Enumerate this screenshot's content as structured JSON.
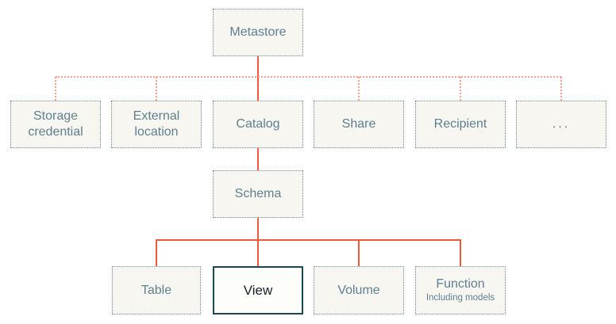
{
  "diagram": {
    "nodes": {
      "metastore": {
        "label": "Metastore"
      },
      "storage_credential": {
        "label": "Storage credential"
      },
      "external_location": {
        "label": "External location"
      },
      "catalog": {
        "label": "Catalog"
      },
      "share": {
        "label": "Share"
      },
      "recipient": {
        "label": "Recipient"
      },
      "more": {
        "label": "..."
      },
      "schema": {
        "label": "Schema"
      },
      "table": {
        "label": "Table"
      },
      "view": {
        "label": "View"
      },
      "volume": {
        "label": "Volume"
      },
      "function": {
        "label": "Function",
        "sublabel": "Including models"
      }
    },
    "colors": {
      "connector_solid": "#f2583c",
      "connector_dotted": "#ff9e8c",
      "box_border": "#6a8b99",
      "box_fill": "#f7f6f1",
      "box_text": "#5e808f",
      "highlight_border": "#1c4653",
      "highlight_fill": "#fdfdfa",
      "highlight_text": "#16212b"
    }
  }
}
